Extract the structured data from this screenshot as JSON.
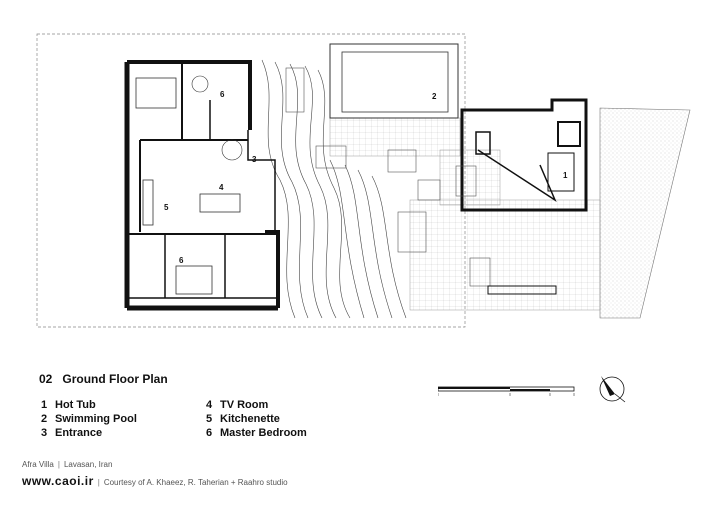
{
  "plan": {
    "number": "02",
    "title": "Ground Floor Plan",
    "room_labels": [
      "1",
      "2",
      "3",
      "4",
      "5",
      "6",
      "6"
    ]
  },
  "legend": [
    {
      "num": "1",
      "label": "Hot Tub"
    },
    {
      "num": "2",
      "label": "Swimming Pool"
    },
    {
      "num": "3",
      "label": "Entrance"
    },
    {
      "num": "4",
      "label": "TV Room"
    },
    {
      "num": "5",
      "label": "Kitchenette"
    },
    {
      "num": "6",
      "label": "Master Bedroom"
    }
  ],
  "credits": {
    "project": "Afra Villa",
    "location": "Lavasan, Iran",
    "site": "www.caoi.ir",
    "courtesy": "Courtesy of A. Khaeez, R. Taherian + Raahro studio"
  },
  "icons": {
    "north_arrow": "north-arrow-icon",
    "scale_bar": "scale-bar-icon"
  }
}
